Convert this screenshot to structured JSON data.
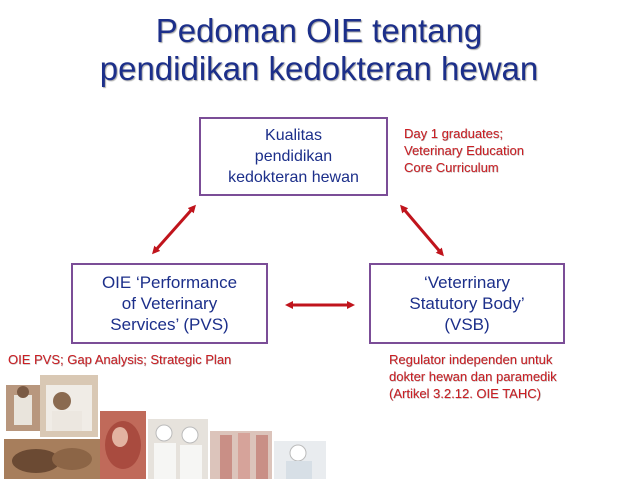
{
  "title": {
    "line1": "Pedoman OIE tentang",
    "line2": "pendidikan kedokteran hewan"
  },
  "boxes": {
    "quality": [
      "Kualitas",
      "pendidikan",
      "kedokteran hewan"
    ],
    "pvs": [
      "OIE ‘Performance",
      "of Veterinary",
      "Services’ (PVS)"
    ],
    "vsb": [
      "‘Veterrinary",
      "Statutory Body’",
      "(VSB)"
    ]
  },
  "notes": {
    "day1": [
      "Day 1 graduates;",
      "Veterinary Education",
      "Core Curriculum"
    ],
    "pvs": [
      "OIE PVS; Gap Analysis; Strategic Plan"
    ],
    "vsb": [
      "Regulator independen untuk",
      "dokter hewan dan paramedik",
      "(Artikel  3.2.12. OIE TAHC)"
    ]
  },
  "colors": {
    "title": "#1c2f8a",
    "box_border": "#7b4d97",
    "box_text": "#1c2f8a",
    "note_text": "#cc1f24",
    "arrow": "#c0141c"
  }
}
